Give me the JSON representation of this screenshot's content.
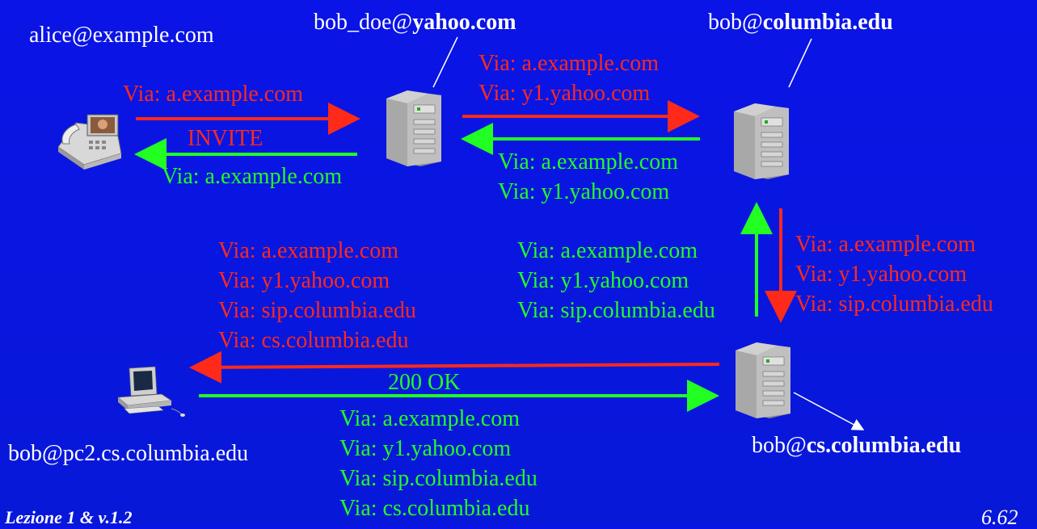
{
  "labels": {
    "alice": "alice@example.com",
    "bob_doe_user": "bob_doe@",
    "bob_doe_domain": "yahoo.com",
    "bob_col_user": "bob@",
    "bob_col_domain": "columbia.edu",
    "bob_cs_user": "bob@",
    "bob_cs_domain": "cs.columbia.edu",
    "bob_pc": "bob@pc2.cs.columbia.edu"
  },
  "messages": {
    "invite": "INVITE",
    "ok": "200 OK"
  },
  "via_lists": {
    "a_red": [
      "Via: a.example.com"
    ],
    "a_green": [
      "Via: a.example.com"
    ],
    "b_red": [
      "Via: a.example.com",
      "Via: y1.yahoo.com"
    ],
    "b_green": [
      "Via: a.example.com",
      "Via: y1.yahoo.com"
    ],
    "c_red": [
      "Via: a.example.com",
      "Via: y1.yahoo.com",
      "Via: sip.columbia.edu"
    ],
    "c_green": [
      "Via: a.example.com",
      "Via: y1.yahoo.com",
      "Via: sip.columbia.edu"
    ],
    "d_red": [
      "Via: a.example.com",
      "Via: y1.yahoo.com",
      "Via: sip.columbia.edu",
      "Via: cs.columbia.edu"
    ],
    "d_green": [
      "Via: a.example.com",
      "Via: y1.yahoo.com",
      "Via: sip.columbia.edu",
      "Via: cs.columbia.edu"
    ]
  },
  "footer": {
    "left": "Lezione 1 & v.1.2",
    "right": "6.62"
  },
  "colors": {
    "background": "#0a14e6",
    "request": "#ff2a1a",
    "response": "#22ff22",
    "text": "#ffffff"
  },
  "icons": [
    "phone-icon",
    "server-icon",
    "computer-icon"
  ]
}
